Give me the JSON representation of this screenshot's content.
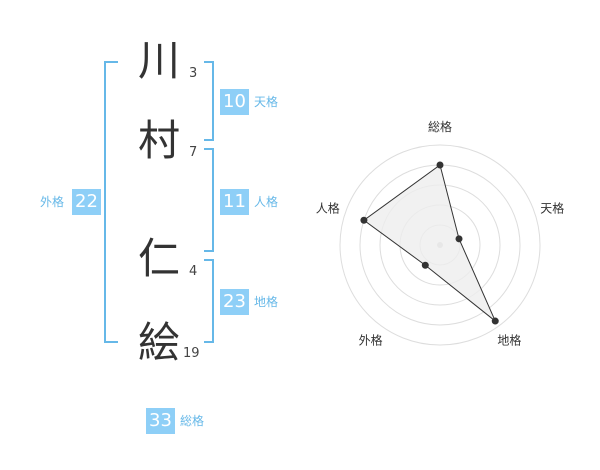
{
  "name": {
    "chars": [
      {
        "char": "川",
        "strokes": "3"
      },
      {
        "char": "村",
        "strokes": "7"
      },
      {
        "char": "仁",
        "strokes": "4"
      },
      {
        "char": "絵",
        "strokes": "19"
      }
    ]
  },
  "fortunes": {
    "tenkaku": {
      "value": "10",
      "label": "天格"
    },
    "jinkaku": {
      "value": "11",
      "label": "人格"
    },
    "chikaku": {
      "value": "23",
      "label": "地格"
    },
    "gaikaku": {
      "value": "22",
      "label": "外格"
    },
    "soukaku": {
      "value": "33",
      "label": "総格"
    }
  },
  "colors": {
    "accent": "#8ecff7",
    "accent_text": "#66b8e8",
    "grid": "#dddddd",
    "polygon_fill": "#eeeeee",
    "line": "#333333"
  },
  "chart_data": {
    "type": "radar",
    "axes": [
      "総格",
      "天格",
      "地格",
      "外格",
      "人格"
    ],
    "values": [
      0.8,
      0.2,
      0.94,
      0.25,
      0.8
    ],
    "max": 1,
    "rings": 5
  }
}
